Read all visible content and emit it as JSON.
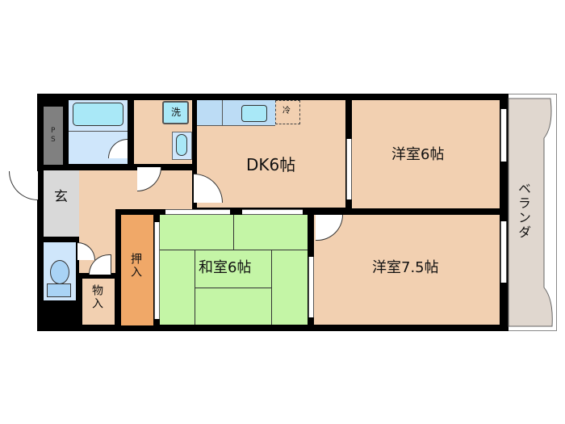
{
  "floor_plan": {
    "layout_type": "3DK",
    "colors": {
      "wall": "#000000",
      "wood_floor": "#f2d0b1",
      "tatami": "#c4f5a6",
      "entrance_tile": "#d9d9d9",
      "wet_area": "#cfe6fb",
      "fixture": "#a9e8f7",
      "closet": "#f0a868",
      "pipe_space": "#808080",
      "veranda": "#e0d7cf"
    },
    "rooms": {
      "dk": "DK6帖",
      "western_room_1": "洋室6帖",
      "western_room_2": "洋室7.5帖",
      "japanese_room": "和室6帖",
      "veranda": "ベランダ",
      "entrance": "玄",
      "closet_oshiire": "押入",
      "storage": "物入",
      "pipe_space": "PS"
    },
    "fixtures": {
      "washer": "洗",
      "refrigerator": "冷"
    }
  }
}
